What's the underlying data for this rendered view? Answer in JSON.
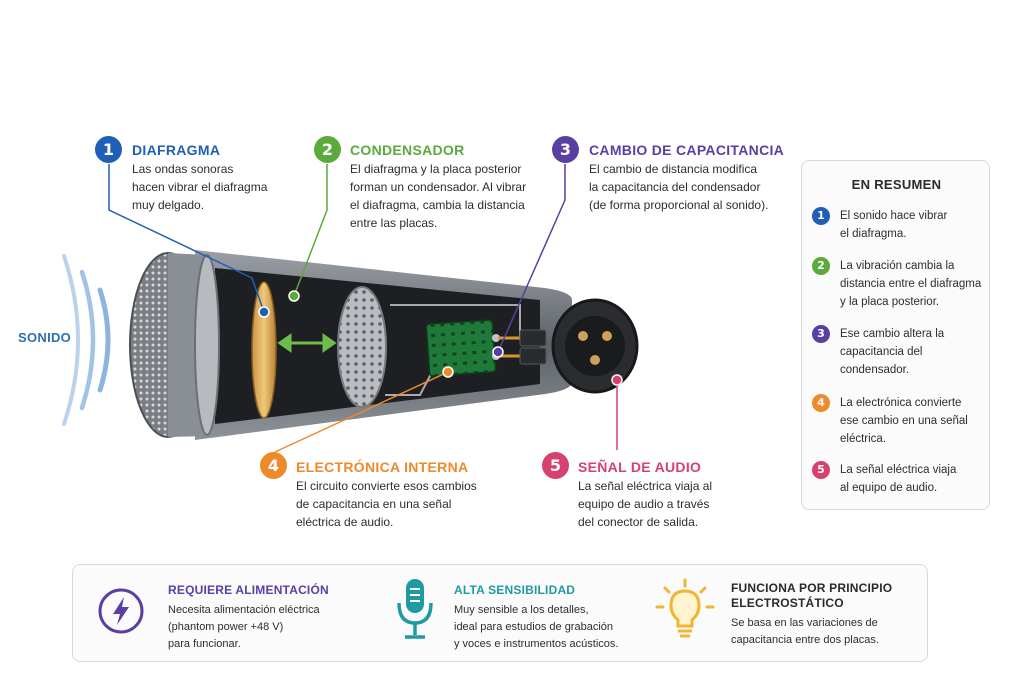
{
  "sound_label": "SONIDO",
  "callouts": [
    {
      "number": "1",
      "title": "DIAFRAGMA",
      "color": "#1f5fb5",
      "lines": [
        "Las ondas sonoras",
        "hacen vibrar el diafragma",
        "muy delgado."
      ]
    },
    {
      "number": "2",
      "title": "CONDENSADOR",
      "color": "#5aaa3c",
      "lines": [
        "El diafragma y la placa posterior",
        "forman un condensador. Al vibrar",
        "el diafragma, cambia la distancia",
        "entre las placas."
      ]
    },
    {
      "number": "3",
      "title": "CAMBIO DE CAPACITANCIA",
      "color": "#5b3ea3",
      "lines": [
        "El cambio de distancia modifica",
        "la capacitancia del condensador",
        "(de forma proporcional al sonido)."
      ]
    },
    {
      "number": "4",
      "title": "ELECTRÓNICA INTERNA",
      "color": "#ee8a2a",
      "lines": [
        "El circuito convierte esos cambios",
        "de capacitancia en una señal",
        "eléctrica de audio."
      ]
    },
    {
      "number": "5",
      "title": "SEÑAL DE AUDIO",
      "color": "#d8416f",
      "lines": [
        "La señal eléctrica viaja al",
        "equipo de audio a través",
        "del conector de salida."
      ]
    }
  ],
  "summary": {
    "title": "EN RESUMEN",
    "items": [
      {
        "number": "1",
        "color": "#1f5fb5",
        "lines": [
          "El sonido hace vibrar",
          "el diafragma."
        ]
      },
      {
        "number": "2",
        "color": "#5aaa3c",
        "lines": [
          "La vibración cambia la",
          "distancia entre el diafragma",
          "y la placa posterior."
        ]
      },
      {
        "number": "3",
        "color": "#5b3ea3",
        "lines": [
          "Ese cambio altera la",
          "capacitancia del",
          "condensador."
        ]
      },
      {
        "number": "4",
        "color": "#ee8a2a",
        "lines": [
          "La electrónica convierte",
          "ese cambio en una señal",
          "eléctrica."
        ]
      },
      {
        "number": "5",
        "color": "#d8416f",
        "lines": [
          "La señal eléctrica viaja",
          "al equipo de audio."
        ]
      }
    ]
  },
  "features": [
    {
      "icon": "lightning-icon",
      "title_lines": [
        "REQUIERE ALIMENTACIÓN"
      ],
      "color": "#5b3ea3",
      "lines": [
        "Necesita alimentación eléctrica",
        "(phantom power +48 V)",
        "para funcionar."
      ]
    },
    {
      "icon": "microphone-icon",
      "title_lines": [
        "ALTA SENSIBILIDAD"
      ],
      "color": "#1f9aa3",
      "lines": [
        "Muy sensible a los detalles,",
        "ideal para estudios de grabación",
        "y voces e instrumentos acústicos."
      ]
    },
    {
      "icon": "lightbulb-icon",
      "title_lines": [
        "FUNCIONA POR PRINCIPIO",
        "ELECTROSTÁTICO"
      ],
      "color": "#2a2a2a",
      "lines": [
        "Se basa en las variaciones de",
        "capacitancia entre dos placas."
      ]
    }
  ]
}
